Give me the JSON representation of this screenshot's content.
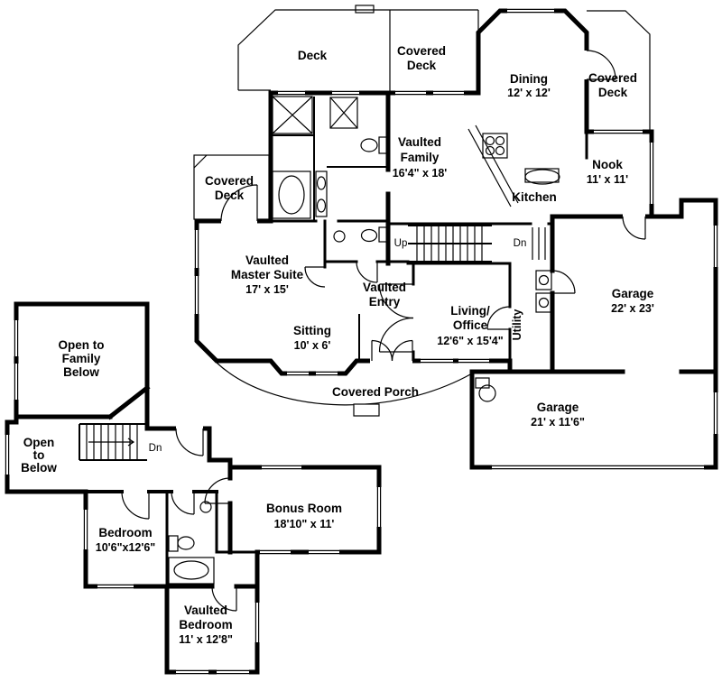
{
  "colors": {
    "line": "#000000",
    "background": "#ffffff",
    "text": "#000000"
  },
  "labels": {
    "deck": {
      "l1": "Deck"
    },
    "covered_deck_top": {
      "l1": "Covered",
      "l2": "Deck"
    },
    "dining": {
      "l1": "Dining",
      "l2": "12' x 12'"
    },
    "covered_deck_right": {
      "l1": "Covered",
      "l2": "Deck"
    },
    "family": {
      "l1": "Vaulted",
      "l2": "Family",
      "l3": "16'4\" x 18'"
    },
    "nook": {
      "l1": "Nook",
      "l2": "11' x 11'"
    },
    "kitchen": {
      "l1": "Kitchen"
    },
    "covered_deck_left": {
      "l1": "Covered",
      "l2": "Deck"
    },
    "stairs_up": {
      "l1": "Up"
    },
    "stairs_dn_main": {
      "l1": "Dn"
    },
    "master_suite": {
      "l1": "Vaulted",
      "l2": "Master Suite",
      "l3": "17' x 15'"
    },
    "entry": {
      "l1": "Vaulted",
      "l2": "Entry"
    },
    "living_office": {
      "l1": "Living/",
      "l2": "Office",
      "l3": "12'6\" x 15'4\""
    },
    "utility": {
      "l1": "Utility"
    },
    "garage_main": {
      "l1": "Garage",
      "l2": "22' x 23'"
    },
    "sitting": {
      "l1": "Sitting",
      "l2": "10' x 6'"
    },
    "covered_porch": {
      "l1": "Covered Porch"
    },
    "garage_lower": {
      "l1": "Garage",
      "l2": "21' x 11'6\""
    },
    "open_to_family": {
      "l1": "Open to",
      "l2": "Family",
      "l3": "Below"
    },
    "open_to_below": {
      "l1": "Open",
      "l2": "to",
      "l3": "Below"
    },
    "stairs_dn_upper": {
      "l1": "Dn"
    },
    "bedroom": {
      "l1": "Bedroom",
      "l2": "10'6\"x12'6\""
    },
    "bonus_room": {
      "l1": "Bonus Room",
      "l2": "18'10\" x 11'"
    },
    "vaulted_bedroom": {
      "l1": "Vaulted",
      "l2": "Bedroom",
      "l3": "11' x 12'8\""
    }
  }
}
